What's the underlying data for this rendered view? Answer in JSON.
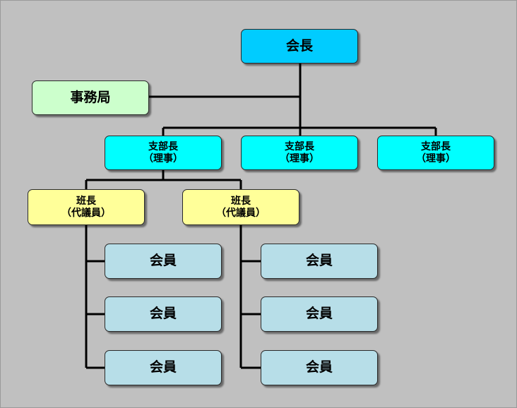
{
  "chairman": {
    "label": "会長",
    "color": "#00ccff"
  },
  "secretariat": {
    "label": "事務局",
    "color": "#ccffcc"
  },
  "branches": [
    {
      "line1": "支部長",
      "line2": "（理事）"
    },
    {
      "line1": "支部長",
      "line2": "（理事）"
    },
    {
      "line1": "支部長",
      "line2": "（理事）"
    }
  ],
  "branch_color": "#00ffff",
  "groups": [
    {
      "line1": "班長",
      "line2": "（代議員）",
      "members": [
        "会員",
        "会員",
        "会員"
      ]
    },
    {
      "line1": "班長",
      "line2": "（代議員）",
      "members": [
        "会員",
        "会員",
        "会員"
      ]
    }
  ],
  "group_color": "#ffff99",
  "member_color": "#b7dee8"
}
